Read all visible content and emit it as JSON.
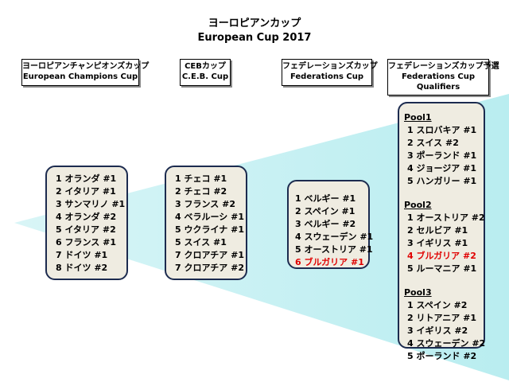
{
  "title": {
    "jp": "ヨーロピアンカップ",
    "en": "European Cup 2017"
  },
  "colors": {
    "funnel": "#b9edf0",
    "box_fill": "#efece1",
    "box_border": "#1c2b4f",
    "highlight": "#e00000"
  },
  "columns": [
    {
      "header_jp": "ヨーロピアンチャンピオンズカップ",
      "header_en": "European Champions Cup",
      "items": [
        {
          "rank": "1",
          "team": "オランダ #1",
          "highlight": false
        },
        {
          "rank": "2",
          "team": "イタリア #1",
          "highlight": false
        },
        {
          "rank": "3",
          "team": "サンマリノ #1",
          "highlight": false
        },
        {
          "rank": "4",
          "team": "オランダ #2",
          "highlight": false
        },
        {
          "rank": "5",
          "team": "イタリア #2",
          "highlight": false
        },
        {
          "rank": "6",
          "team": "フランス #1",
          "highlight": false
        },
        {
          "rank": "7",
          "team": "ドイツ #1",
          "highlight": false
        },
        {
          "rank": "8",
          "team": "ドイツ #2",
          "highlight": false
        }
      ]
    },
    {
      "header_jp": "CEBカップ",
      "header_en": "C.E.B. Cup",
      "items": [
        {
          "rank": "1",
          "team": "チェコ #1",
          "highlight": false
        },
        {
          "rank": "2",
          "team": "チェコ #2",
          "highlight": false
        },
        {
          "rank": "3",
          "team": "フランス #2",
          "highlight": false
        },
        {
          "rank": "4",
          "team": "ベラルーシ #1",
          "highlight": false
        },
        {
          "rank": "5",
          "team": "ウクライナ #1",
          "highlight": false
        },
        {
          "rank": "5",
          "team": "スイス #1",
          "highlight": false
        },
        {
          "rank": "7",
          "team": "クロアチア #1",
          "highlight": false
        },
        {
          "rank": "7",
          "team": "クロアチア #2",
          "highlight": false
        }
      ]
    },
    {
      "header_jp": "フェデレーションズカップ",
      "header_en": "Federations Cup",
      "items": [
        {
          "rank": "1",
          "team": "ベルギー #1",
          "highlight": false
        },
        {
          "rank": "2",
          "team": "スペイン #1",
          "highlight": false
        },
        {
          "rank": "3",
          "team": "ベルギー #2",
          "highlight": false
        },
        {
          "rank": "4",
          "team": "スウェーデン #1",
          "highlight": false
        },
        {
          "rank": "5",
          "team": "オーストリア #1",
          "highlight": false
        },
        {
          "rank": "6",
          "team": "ブルガリア #1",
          "highlight": true
        }
      ]
    },
    {
      "header_jp": "フェデレーションズカップ予選",
      "header_en": "Federations Cup",
      "header_en2": "Qualifiers",
      "pools": [
        {
          "name": "Pool1",
          "items": [
            {
              "rank": "1",
              "team": "スロバキア #1",
              "highlight": false
            },
            {
              "rank": "2",
              "team": "スイス #2",
              "highlight": false
            },
            {
              "rank": "3",
              "team": "ポーランド #1",
              "highlight": false
            },
            {
              "rank": "4",
              "team": "ジョージア #1",
              "highlight": false
            },
            {
              "rank": "5",
              "team": "ハンガリー #1",
              "highlight": false
            }
          ]
        },
        {
          "name": "Pool2",
          "items": [
            {
              "rank": "1",
              "team": "オーストリア #2",
              "highlight": false
            },
            {
              "rank": "2",
              "team": "セルビア #1",
              "highlight": false
            },
            {
              "rank": "3",
              "team": "イギリス #1",
              "highlight": false
            },
            {
              "rank": "4",
              "team": "ブルガリア #2",
              "highlight": true
            },
            {
              "rank": "5",
              "team": "ルーマニア #1",
              "highlight": false
            }
          ]
        },
        {
          "name": "Pool3",
          "items": [
            {
              "rank": "1",
              "team": "スペイン #2",
              "highlight": false
            },
            {
              "rank": "2",
              "team": "リトアニア #1",
              "highlight": false
            },
            {
              "rank": "3",
              "team": "イギリス #2",
              "highlight": false
            },
            {
              "rank": "4",
              "team": "スウェーデン #2",
              "highlight": false
            },
            {
              "rank": "5",
              "team": "ポーランド #2",
              "highlight": false
            }
          ]
        }
      ]
    }
  ]
}
